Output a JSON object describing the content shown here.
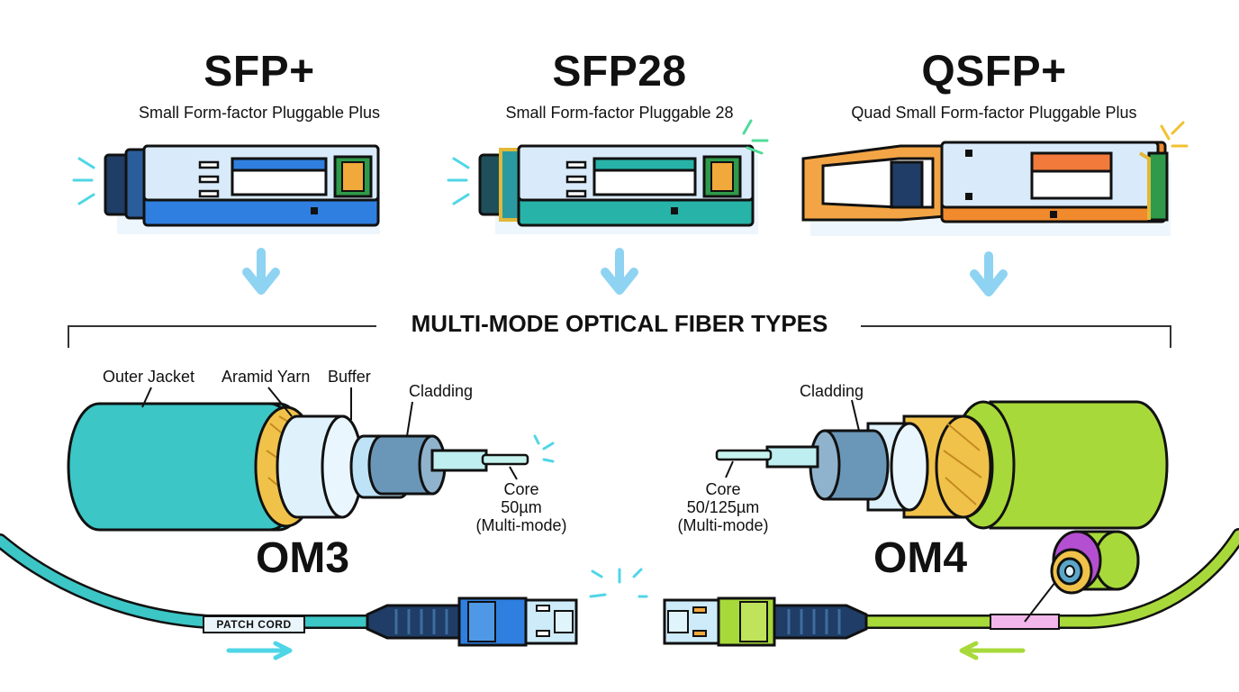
{
  "modules": [
    {
      "name": "SFP+",
      "subtitle": "Small Form-factor Pluggable Plus",
      "accent": "#2f7fe0"
    },
    {
      "name": "SFP28",
      "subtitle": "Small Form-factor Pluggable 28",
      "accent": "#27b3a8"
    },
    {
      "name": "QSFP+",
      "subtitle": "Quad Small Form-factor Pluggable Plus",
      "accent": "#f08a2c"
    }
  ],
  "section_title": "MULTI-MODE OPTICAL FIBER TYPES",
  "om3": {
    "label": "OM3",
    "layers": {
      "outer_jacket": "Outer Jacket",
      "aramid_yarn": "Aramid Yarn",
      "buffer": "Buffer",
      "cladding": "Cladding"
    },
    "core_label": "Core",
    "core_size": "50µm",
    "core_mode": "(Multi-mode)",
    "patch_label": "PATCH CORD",
    "color": "#3cc6c6"
  },
  "om4": {
    "label": "OM4",
    "cladding": "Cladding",
    "core_label": "Core",
    "core_size": "50/125µm",
    "core_mode": "(Multi-mode)",
    "color": "#a8d93a"
  },
  "icons": [
    "down-arrow-icon",
    "sparkle-icon",
    "right-arrow-icon",
    "left-arrow-icon",
    "fiber-cross-section-icon"
  ]
}
